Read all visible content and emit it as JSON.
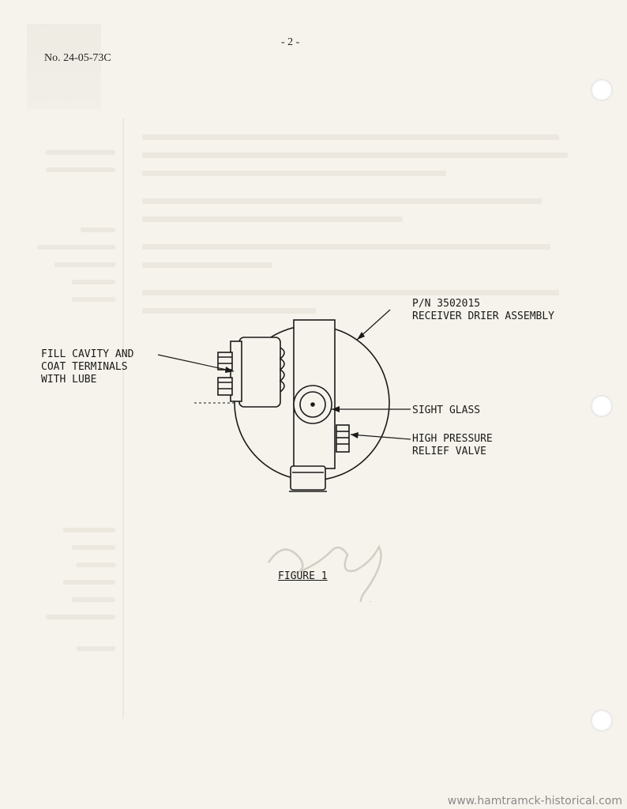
{
  "header": {
    "page_number": "- 2 -",
    "bulletin_number": "No. 24-05-73C"
  },
  "figure": {
    "caption": "FIGURE 1",
    "callouts": {
      "part_number": "P/N 3502015",
      "assembly": "RECEIVER DRIER ASSEMBLY",
      "fill_cavity": "FILL CAVITY AND\nCOAT TERMINALS\nWITH LUBE",
      "sight_glass": "SIGHT GLASS",
      "relief_valve": "HIGH PRESSURE\nRELIEF VALVE"
    }
  },
  "footer": {
    "credit": "www.hamtramck-historical.com"
  },
  "colors": {
    "paper": "#f6f3ec",
    "ink": "#1a1a1a",
    "bleed_through": "#e6e2d8"
  }
}
